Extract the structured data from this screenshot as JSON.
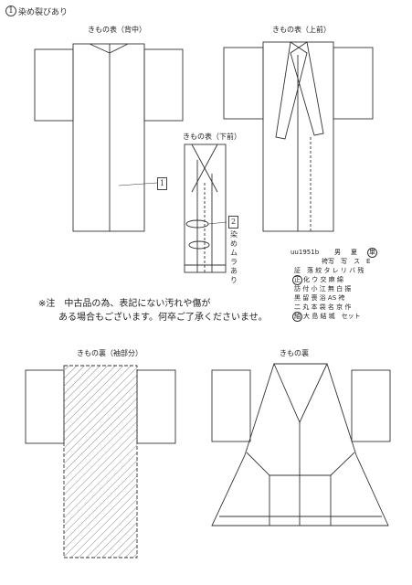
{
  "labels": {
    "back": "きもの表（背中）",
    "front_upper": "きもの表（上前）",
    "front_lower": "きもの表（下前）",
    "lining_sleeve": "きもの裏（袖部分）",
    "lining": "きもの裏"
  },
  "handwritten": {
    "note1_marker": "1",
    "note1_text": "染め裂びあり",
    "marker1": "1",
    "marker2": "2",
    "note2_text": "染めムラあり"
  },
  "disclaimer": {
    "line1": "※注　中古品の為、表記にない汚れや傷が",
    "line2": "ある場合もございます。何卒ご了承くださいませ。"
  },
  "spec": {
    "code": "uu1951b",
    "gender": "男",
    "season": "夏",
    "circle1": "単",
    "rows": [
      "袴写　写　ス　E",
      "証　落 絞 タ レ リ バ 残",
      "化 ウ 交 麻 綿",
      "訪 付 小 江 無 白 振",
      "黒 留 喪 浴 AS 袴",
      "二 丸 本 袋 名 京 作",
      "大 島 結 城　セット"
    ],
    "circle2": "正",
    "circle3": "紬"
  }
}
